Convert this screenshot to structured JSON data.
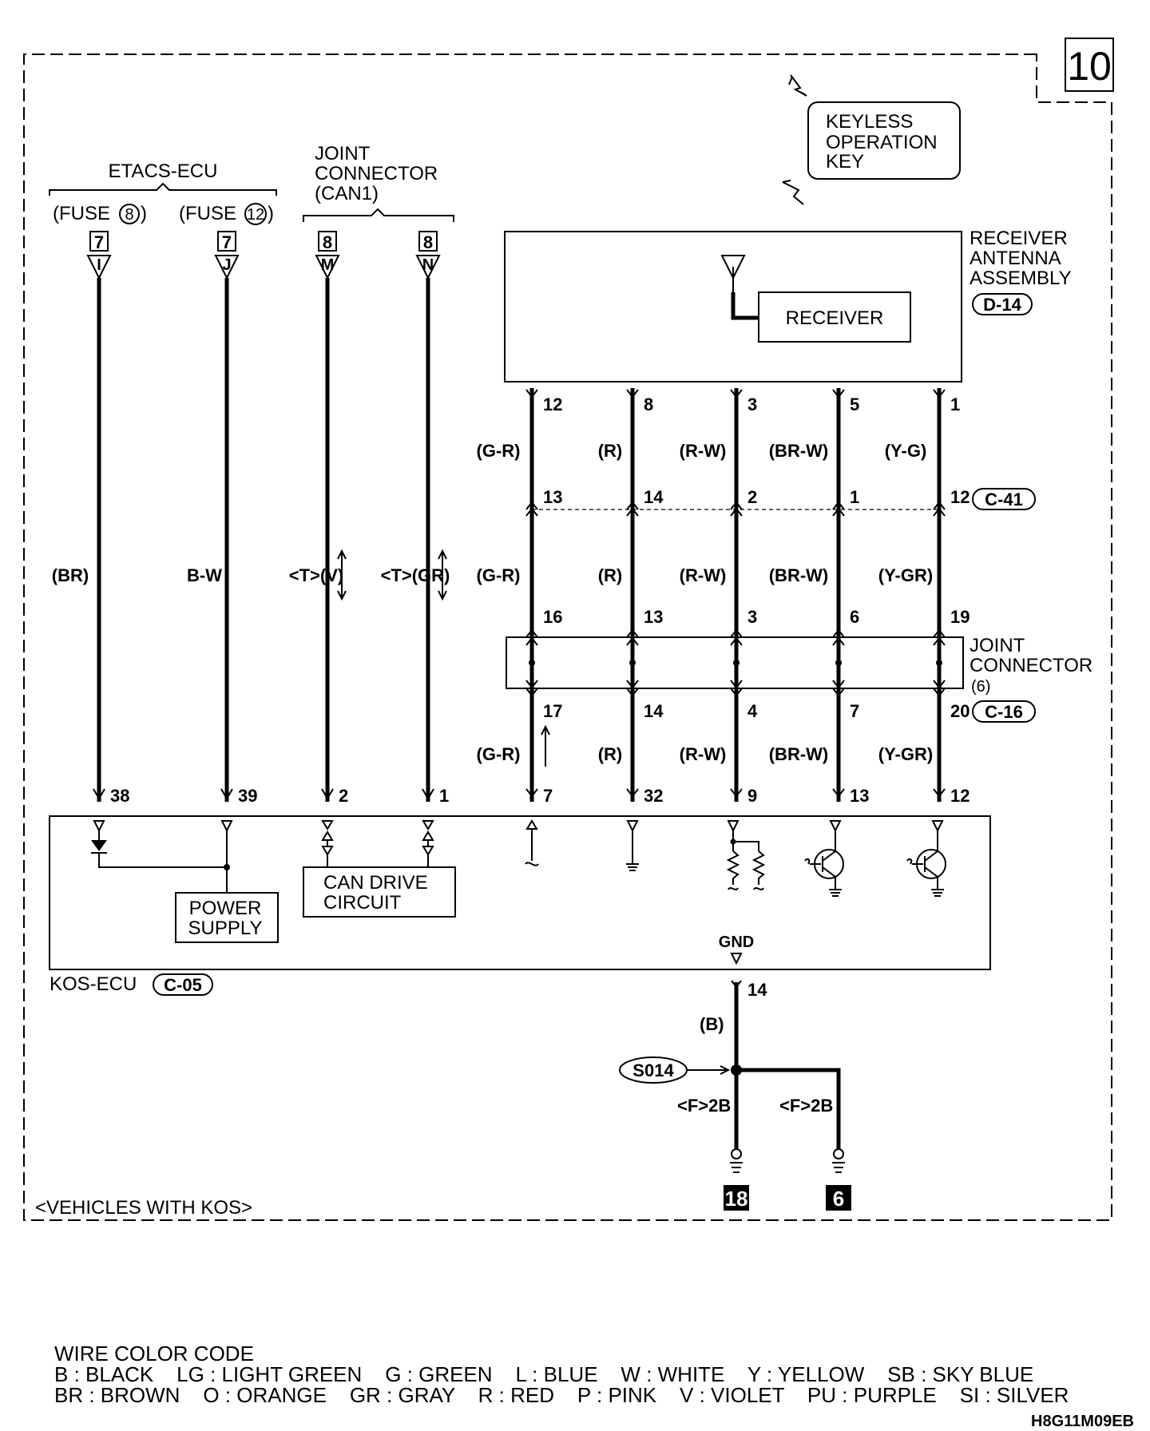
{
  "page_number": "10",
  "keyless_key": {
    "lines": [
      "KEYLESS",
      "OPERATION",
      "KEY"
    ]
  },
  "receiver_assembly": {
    "lines": [
      "RECEIVER",
      "ANTENNA",
      "ASSEMBLY"
    ],
    "connector": "D-14",
    "receiver_label": "RECEIVER"
  },
  "etacs": {
    "title": "ETACS-ECU",
    "fuse_a": {
      "text": "(FUSE",
      "num": "8",
      "close": ")"
    },
    "fuse_b": {
      "text": "(FUSE",
      "num": "12",
      "close": ")"
    }
  },
  "joint_can": {
    "lines": [
      "JOINT",
      "CONNECTOR",
      "(CAN1)"
    ]
  },
  "top_connectors": [
    {
      "id": "7",
      "letter": "I"
    },
    {
      "id": "7",
      "letter": "J"
    },
    {
      "id": "8",
      "letter": "M"
    },
    {
      "id": "8",
      "letter": "N"
    }
  ],
  "left_wires": [
    {
      "color": "(BR)",
      "pin": "38"
    },
    {
      "color": "B-W",
      "pin": "39"
    },
    {
      "color": "<T>(V)",
      "pin": "2"
    },
    {
      "color": "<T>(GR)",
      "pin": "1"
    }
  ],
  "right_wires": [
    {
      "pin_top": "12",
      "color1": "(G-R)",
      "pin_c41_a": "13",
      "color2": "(G-R)",
      "pin_j_in": "16",
      "pin_j_out": "17",
      "color3": "(G-R)",
      "pin_ecu": "7"
    },
    {
      "pin_top": "8",
      "color1": "(R)",
      "pin_c41_a": "14",
      "color2": "(R)",
      "pin_j_in": "13",
      "pin_j_out": "14",
      "color3": "(R)",
      "pin_ecu": "32"
    },
    {
      "pin_top": "3",
      "color1": "(R-W)",
      "pin_c41_a": "2",
      "color2": "(R-W)",
      "pin_j_in": "3",
      "pin_j_out": "4",
      "color3": "(R-W)",
      "pin_ecu": "9"
    },
    {
      "pin_top": "5",
      "color1": "(BR-W)",
      "pin_c41_a": "1",
      "color2": "(BR-W)",
      "pin_j_in": "6",
      "pin_j_out": "7",
      "color3": "(BR-W)",
      "pin_ecu": "13"
    },
    {
      "pin_top": "1",
      "color1": "(Y-G)",
      "pin_c41_a": "12",
      "color2": "(Y-GR)",
      "pin_j_in": "19",
      "pin_j_out": "20",
      "color3": "(Y-GR)",
      "pin_ecu": "12"
    }
  ],
  "c41_connector": "C-41",
  "c16_connector": "C-16",
  "joint_connector_6": {
    "lines": [
      "JOINT",
      "CONNECTOR",
      "(6)"
    ]
  },
  "kos_ecu": {
    "name": "KOS-ECU",
    "connector": "C-05",
    "power_supply": [
      "POWER",
      "SUPPLY"
    ],
    "can_drive": [
      "CAN DRIVE",
      "CIRCUIT"
    ],
    "gnd_label": "GND"
  },
  "ground": {
    "pin": "14",
    "color": "(B)",
    "splice": "S014",
    "left_label": "<F>2B",
    "right_label": "<F>2B",
    "ground_ids": [
      "18",
      "6"
    ]
  },
  "vehicles_note": "<VEHICLES WITH KOS>",
  "legend": {
    "title": "WIRE COLOR CODE",
    "row1": "B : BLACK    LG : LIGHT GREEN    G : GREEN    L : BLUE    W : WHITE    Y : YELLOW    SB : SKY BLUE",
    "row2": "BR : BROWN    O : ORANGE    GR : GRAY    R : RED    P : PINK    V : VIOLET    PU : PURPLE    SI : SILVER"
  },
  "doc_code": "H8G11M09EB"
}
